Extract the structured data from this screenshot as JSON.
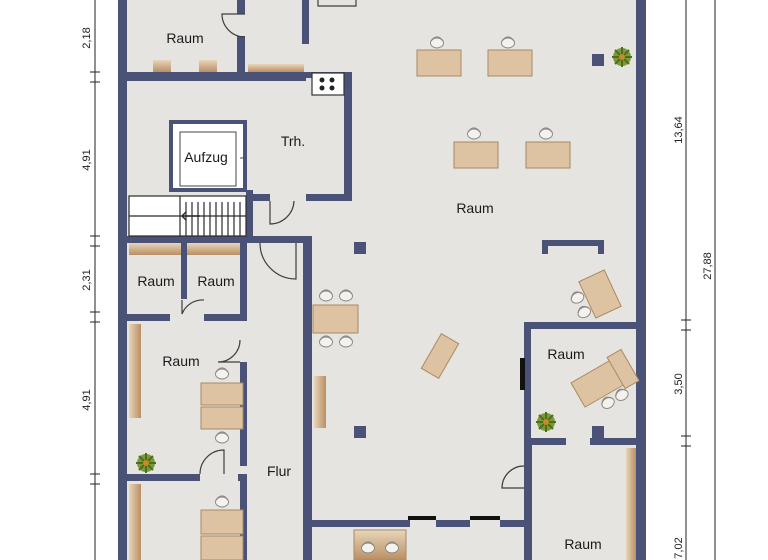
{
  "rooms": {
    "top_left": "Raum",
    "stair_hall": "Trh.",
    "elevator": "Aufzug",
    "main": "Raum",
    "small_a": "Raum",
    "small_b": "Raum",
    "office_left": "Raum",
    "corridor": "Flur",
    "right_office": "Raum",
    "bottom_right": "Raum"
  },
  "dimensions": {
    "left": [
      "2,18",
      "4,91",
      "2,31",
      "4,91"
    ],
    "right_inner": [
      "13,64",
      "3,50",
      "7,02"
    ],
    "right_outer": "27,88"
  },
  "colors": {
    "wall": "#4b5278",
    "floor": "#e5e4e0",
    "desk": "#ddc3a2",
    "cabinet": "#c9a57e",
    "plant": "#7a9a35"
  }
}
